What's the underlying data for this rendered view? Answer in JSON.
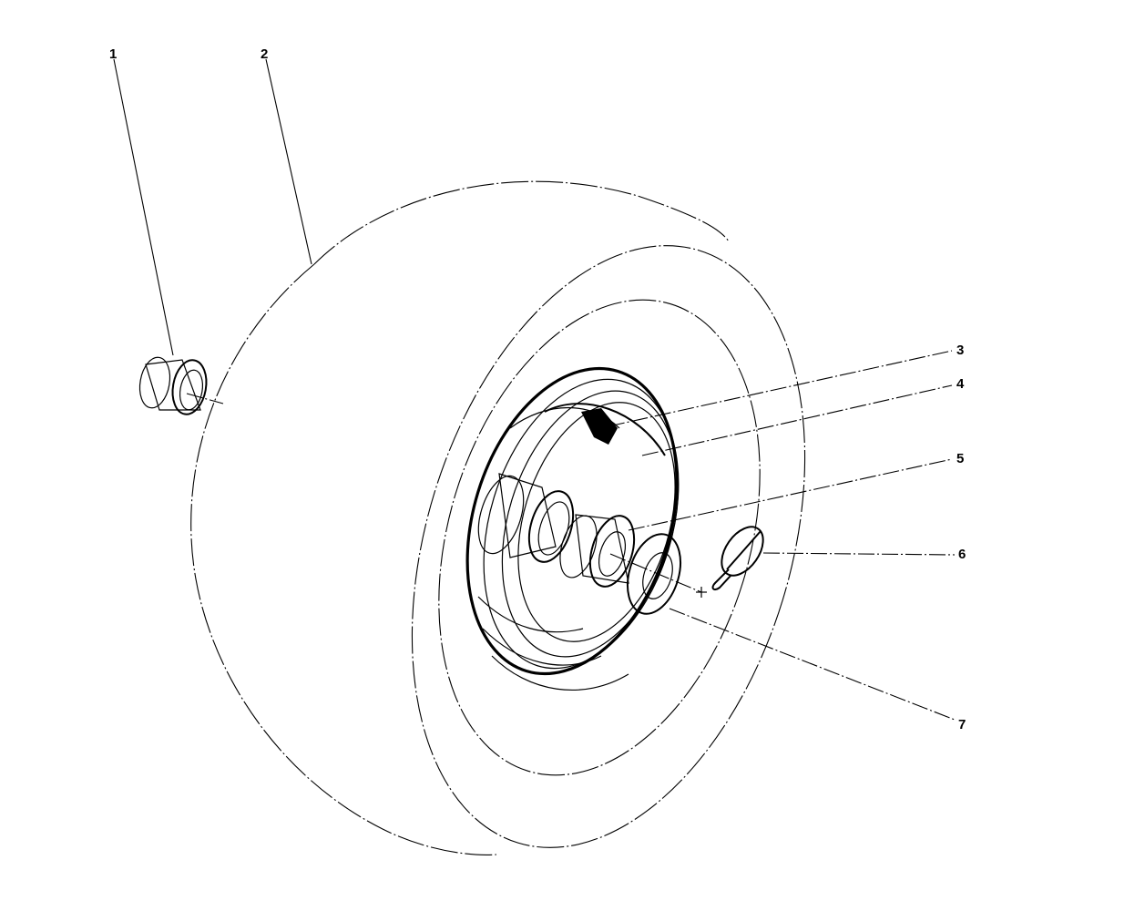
{
  "diagram": {
    "type": "exploded parts diagram",
    "subject": "wheel assembly",
    "callouts": [
      {
        "id": "1",
        "label": "1",
        "part": "bushing / spacer (rear)"
      },
      {
        "id": "2",
        "label": "2",
        "part": "tire"
      },
      {
        "id": "3",
        "label": "3",
        "part": "valve stem"
      },
      {
        "id": "4",
        "label": "4",
        "part": "wheel rim"
      },
      {
        "id": "5",
        "label": "5",
        "part": "bushing / spacer (front)"
      },
      {
        "id": "6",
        "label": "6",
        "part": "hairpin cotter pin"
      },
      {
        "id": "7",
        "label": "7",
        "part": "flat washer"
      }
    ]
  }
}
